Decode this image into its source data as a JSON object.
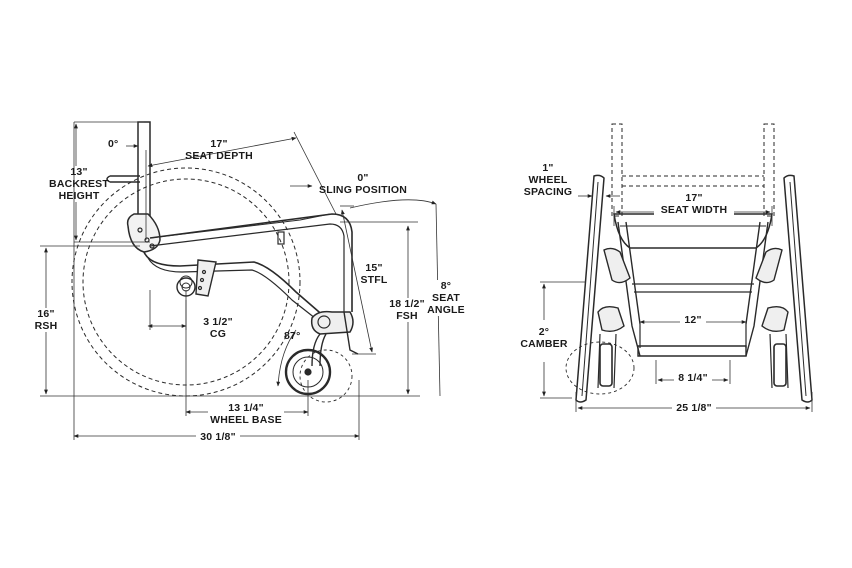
{
  "side_view": {
    "backrest_angle": "0°",
    "seat_depth": {
      "value": "17\"",
      "name": "SEAT DEPTH"
    },
    "sling_position": {
      "value": "0\"",
      "name": "SLING POSITION"
    },
    "backrest_height": {
      "value": "13\"",
      "name": "BACKREST HEIGHT"
    },
    "stfl": {
      "value": "15\"",
      "name": "STFL"
    },
    "fsh": {
      "value": "18 1/2\"",
      "name": "FSH"
    },
    "seat_angle": {
      "value": "8°",
      "name": "SEAT ANGLE"
    },
    "rsh": {
      "value": "16\"",
      "name": "RSH"
    },
    "cg": {
      "value": "3 1/2\"",
      "name": "CG"
    },
    "caster_angle": "87°",
    "wheel_base": {
      "value": "13 1/4\"",
      "name": "WHEEL BASE"
    },
    "overall_length": "30 1/8\""
  },
  "front_view": {
    "wheel_spacing": {
      "value": "1\"",
      "name": "WHEEL SPACING"
    },
    "seat_width": {
      "value": "17\"",
      "name": "SEAT WIDTH"
    },
    "camber": {
      "value": "2°",
      "name": "CAMBER"
    },
    "inner_width": "12\"",
    "footplate_width": "8 1/4\"",
    "overall_width": "25 1/8\""
  }
}
